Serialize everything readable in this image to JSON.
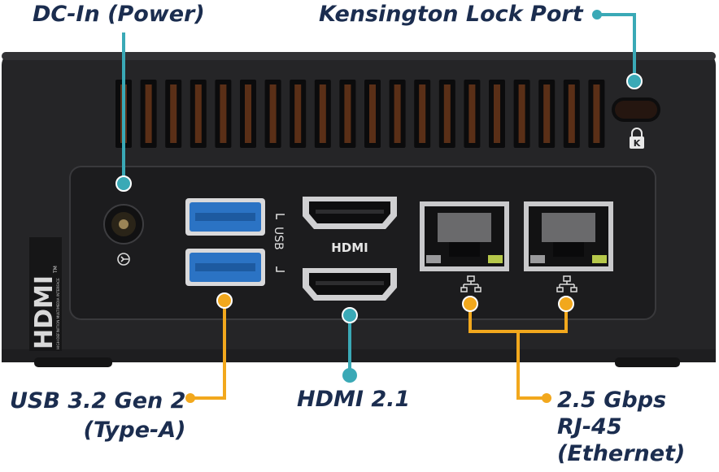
{
  "labels": {
    "dc_in": "DC-In (Power)",
    "kensington": "Kensington Lock Port",
    "usb_line1": "USB 3.2 Gen 2",
    "usb_line2": "(Type-A)",
    "hdmi": "HDMI 2.1",
    "eth_line1": "2.5 Gbps",
    "eth_line2": "RJ-45",
    "eth_line3": "(Ethernet)"
  },
  "device_text": {
    "usb_port_label": "USB",
    "hdmi_port_label": "HDMI",
    "hdmi_logo": "HDMI",
    "hdmi_logo_tm": "TM",
    "hdmi_logo_tagline": "HIGH-DEFINITION MULTIMEDIA INTERFACE",
    "lock_glyph": "K"
  },
  "colors": {
    "label_text": "#1b2d4f",
    "teal_callout": "#3aa9b6",
    "orange_callout": "#f2a81d",
    "chassis": "#232325",
    "panel": "#1c1c1e",
    "usb_blue": "#2b73c4"
  }
}
